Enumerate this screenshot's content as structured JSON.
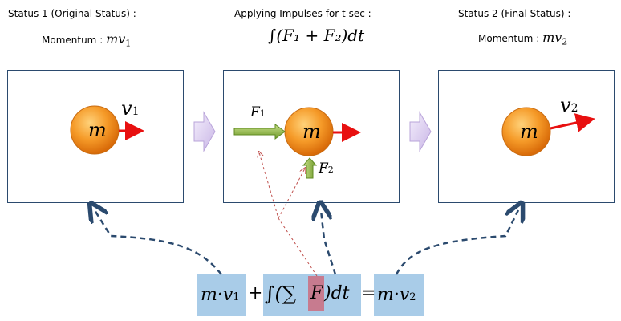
{
  "status1": {
    "title": "Status 1 (Original Status) :",
    "momentum_label": "Momentum :",
    "momentum_expr": "mv",
    "momentum_sub": "1"
  },
  "impulse": {
    "title": "Applying Impulses for t sec :",
    "integral_expr": "∫(F₁ + F₂)dt"
  },
  "status2": {
    "title": "Status 2 (Final Status) :",
    "momentum_label": "Momentum :",
    "momentum_expr": "mv",
    "momentum_sub": "2"
  },
  "panel1": {
    "mass": "m",
    "velocity": "v",
    "velocity_sub": "1"
  },
  "panel2": {
    "mass": "m",
    "force1": "F",
    "force1_sub": "1",
    "force2": "F",
    "force2_sub": "2"
  },
  "panel3": {
    "mass": "m",
    "velocity": "v",
    "velocity_sub": "2"
  },
  "equation": {
    "term1": "m·v",
    "term1_sub": "1",
    "plus": "+",
    "integral_open": "∫(∑",
    "force": "F",
    "integral_close": ")dt",
    "equals": "=",
    "term2": "m·v",
    "term2_sub": "2"
  },
  "colors": {
    "ball_outer": "#e07810",
    "ball_inner": "#ffd27a",
    "velocity_arrow": "#e81010",
    "force_arrow": "#7aa832",
    "process_arrow": "#d8c8ee",
    "dashed_connector": "#2b4a6e",
    "force_dashed": "#c0504d",
    "eq_highlight": "#a9cce8",
    "force_highlight": "#c77b8f"
  }
}
